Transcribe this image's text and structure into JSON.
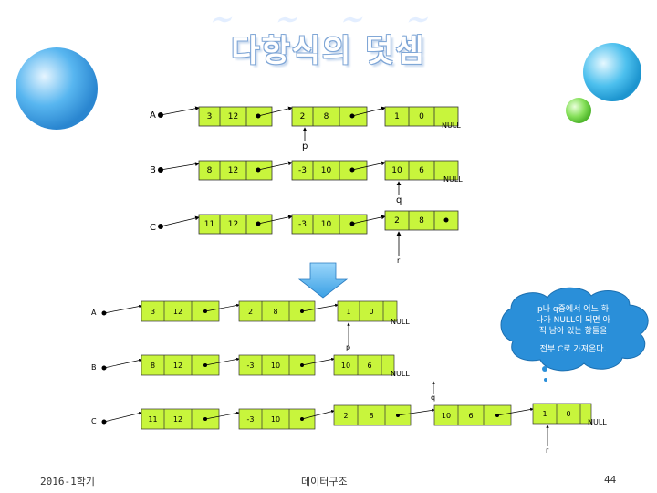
{
  "slide": {
    "title": "다항식의 덧셈",
    "footer_left": "2016-1학기",
    "footer_center": "데이터구조",
    "page_number": "44"
  },
  "top_diagram": {
    "list_A": {
      "label": "A",
      "nodes": [
        [
          "3",
          "12"
        ],
        [
          "2",
          "8"
        ],
        [
          "1",
          "0"
        ]
      ],
      "terminator": "NULL"
    },
    "list_B": {
      "label": "B",
      "nodes": [
        [
          "8",
          "12"
        ],
        [
          "-3",
          "10"
        ],
        [
          "10",
          "6"
        ]
      ],
      "terminator": "NULL"
    },
    "list_C": {
      "label": "C",
      "nodes": [
        [
          "11",
          "12"
        ],
        [
          "-3",
          "10"
        ],
        [
          "2",
          "8"
        ]
      ]
    },
    "pointer_p": "p",
    "pointer_q": "q",
    "pointer_r": "r"
  },
  "bottom_diagram": {
    "list_A": {
      "label": "A",
      "nodes": [
        [
          "3",
          "12"
        ],
        [
          "2",
          "8"
        ],
        [
          "1",
          "0"
        ]
      ],
      "terminator": "NULL"
    },
    "list_B": {
      "label": "B",
      "nodes": [
        [
          "8",
          "12"
        ],
        [
          "-3",
          "10"
        ],
        [
          "10",
          "6"
        ]
      ],
      "terminator": "NULL"
    },
    "list_C": {
      "label": "C",
      "nodes": [
        [
          "11",
          "12"
        ],
        [
          "-3",
          "10"
        ],
        [
          "2",
          "8"
        ],
        [
          "10",
          "6"
        ],
        [
          "1",
          "0"
        ]
      ],
      "terminator": "NULL"
    },
    "pointer_p": "p",
    "pointer_q": "q",
    "pointer_r": "r"
  },
  "callout": {
    "line1": "p나 q중에서 어느 하",
    "line2": "나가 NULL이 되면 아",
    "line3": "직 남아 있는 항들을",
    "line4": "전부 C로 가져온다."
  },
  "colors": {
    "node_fill": "#c8f53c",
    "node_stroke": "#333333",
    "arrow_fill": "#5fb0ea",
    "cloud_fill": "#2a8fd9",
    "ball_blue": "#3b9ee6",
    "ball_green": "#7ed957"
  }
}
